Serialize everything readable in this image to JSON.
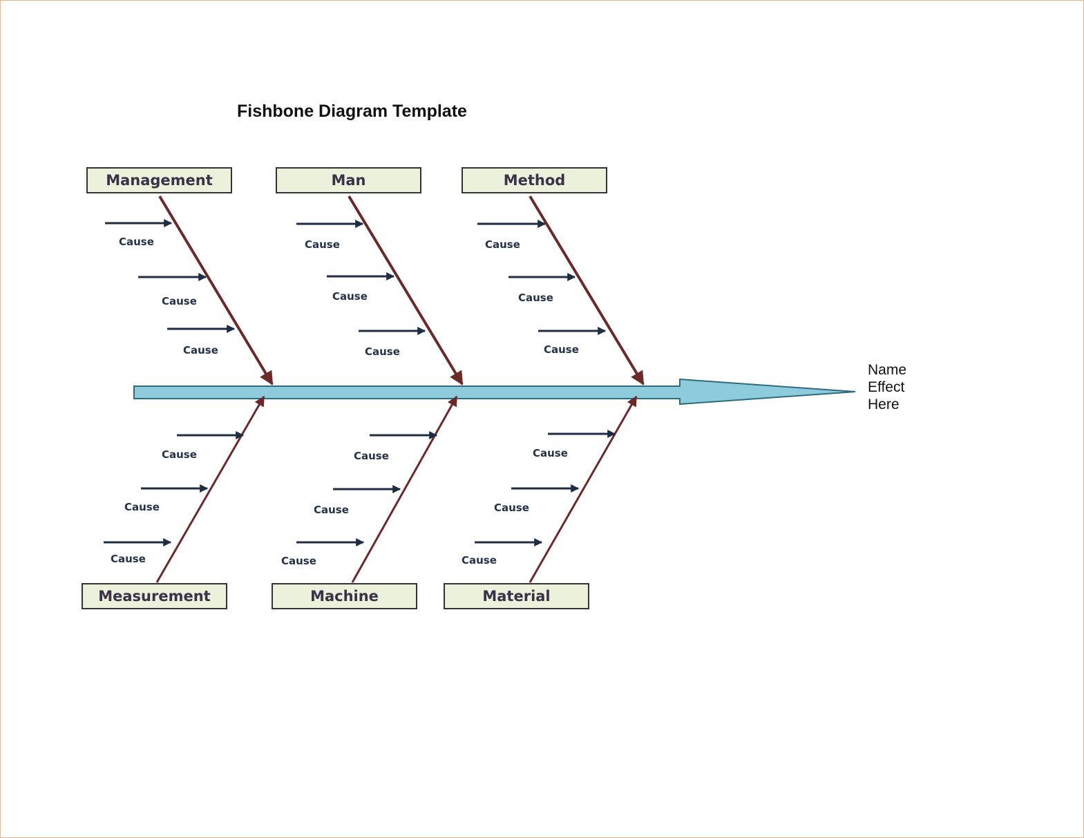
{
  "title": "Fishbone Diagram Template",
  "effect": {
    "lines": [
      "Name",
      "Effect",
      "Here"
    ]
  },
  "categories": {
    "management": "Management",
    "man": "Man",
    "method": "Method",
    "measurement": "Measurement",
    "machine": "Machine",
    "material": "Material"
  },
  "cause_label": "Cause",
  "colors": {
    "spine_fill": "#8ecbdc",
    "spine_stroke": "#2e6b7e",
    "bone": "#6b2a2a",
    "cause_arrow": "#1f2d44",
    "box_fill": "#ecf1dc",
    "page_border": "#e8b48c"
  }
}
